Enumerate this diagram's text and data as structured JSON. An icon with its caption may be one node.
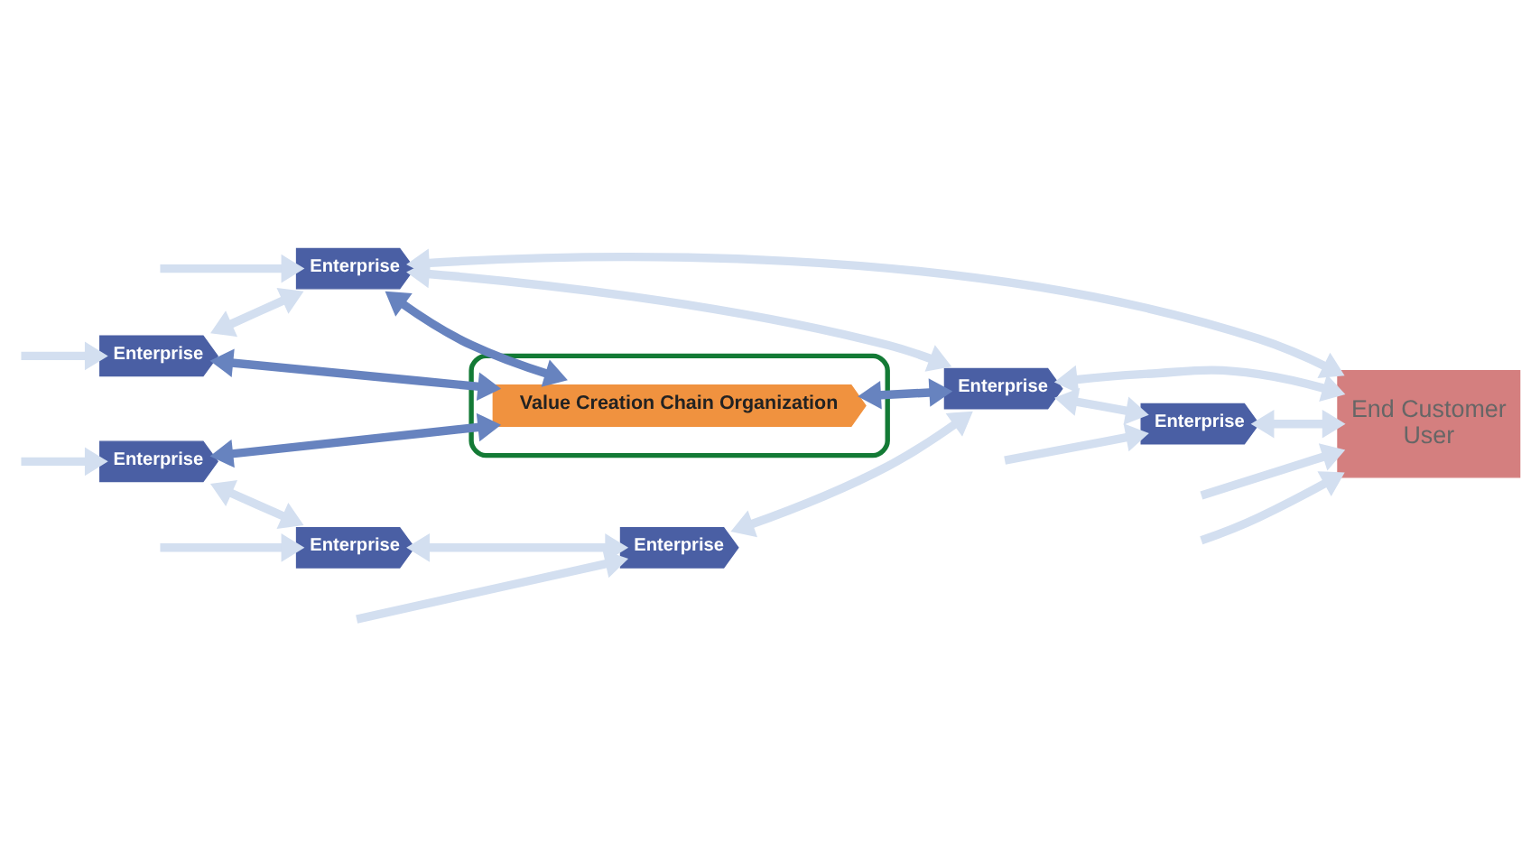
{
  "diagram": {
    "nodes": [
      {
        "text": [
          "Enterprise"
        ]
      },
      {
        "text": [
          "Enterprise"
        ]
      },
      {
        "text": [
          "Enterprise"
        ]
      },
      {
        "text": [],
        "shape": "box"
      },
      {
        "text": [
          "Value Creation Chain Organization"
        ],
        "in": 3
      },
      {
        "text": [
          "Enterprise"
        ]
      },
      {
        "text": [
          "End Customer",
          "User"
        ]
      },
      {
        "text": [
          "Enterprise"
        ]
      },
      {
        "text": [
          "Enterprise"
        ]
      },
      {
        "text": [
          "Enterprise"
        ]
      }
    ],
    "edges": [
      {
        "from": null,
        "to": 0,
        "arrow": "to"
      },
      {
        "from": null,
        "to": 1,
        "arrow": "to"
      },
      {
        "from": null,
        "to": 6,
        "arrow": "to"
      },
      {
        "from": 0,
        "to": 1,
        "arrow": "both"
      },
      {
        "from": 0,
        "to": 4,
        "arrow": "both",
        "color": "#6783bf"
      },
      {
        "from": 1,
        "to": 4,
        "arrow": "both",
        "color": "#6783bf"
      },
      {
        "from": 1,
        "to": 5,
        "arrow": "both"
      },
      {
        "from": 1,
        "to": 6,
        "arrow": "both"
      },
      {
        "from": null,
        "to": 2,
        "arrow": "to"
      },
      {
        "from": 2,
        "to": 4,
        "arrow": "both",
        "color": "#6783bf"
      },
      {
        "from": 4,
        "to": 5,
        "arrow": "both",
        "color": "#6783bf"
      },
      {
        "from": 5,
        "to": 6,
        "arrow": "both"
      },
      {
        "from": 2,
        "to": 7,
        "arrow": "both"
      },
      {
        "from": 8,
        "to": 5,
        "arrow": "both"
      },
      {
        "from": 5,
        "to": 9,
        "arrow": "both"
      },
      {
        "from": 9,
        "to": 6,
        "arrow": "both"
      },
      {
        "from": 7,
        "to": 8,
        "arrow": "both"
      },
      {
        "from": null,
        "to": 7,
        "arrow": "to"
      },
      {
        "from": null,
        "to": 8,
        "arrow": "to"
      },
      {
        "from": null,
        "to": 9,
        "arrow": "to"
      },
      {
        "from": null,
        "to": 6,
        "arrow": "to"
      }
    ]
  }
}
